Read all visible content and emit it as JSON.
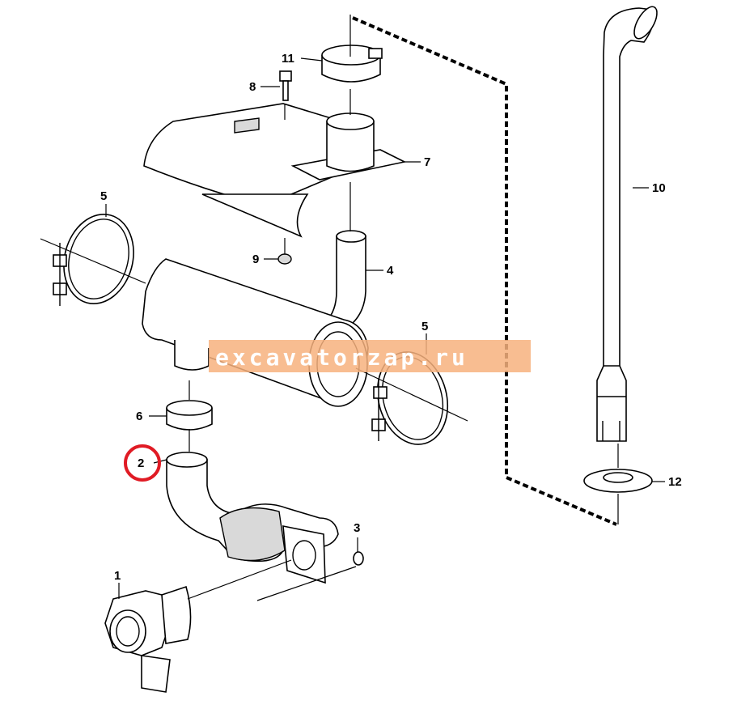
{
  "callouts": {
    "c1": "1",
    "c2": "2",
    "c3": "3",
    "c4": "4",
    "c5a": "5",
    "c5b": "5",
    "c6": "6",
    "c7": "7",
    "c8": "8",
    "c9": "9",
    "c10": "10",
    "c11": "11",
    "c12": "12"
  },
  "highlighted_callout": "2",
  "highlight_color": "#e01b24",
  "watermark": {
    "text": "excavatorzap.ru",
    "band_color": "#f7b27e"
  }
}
